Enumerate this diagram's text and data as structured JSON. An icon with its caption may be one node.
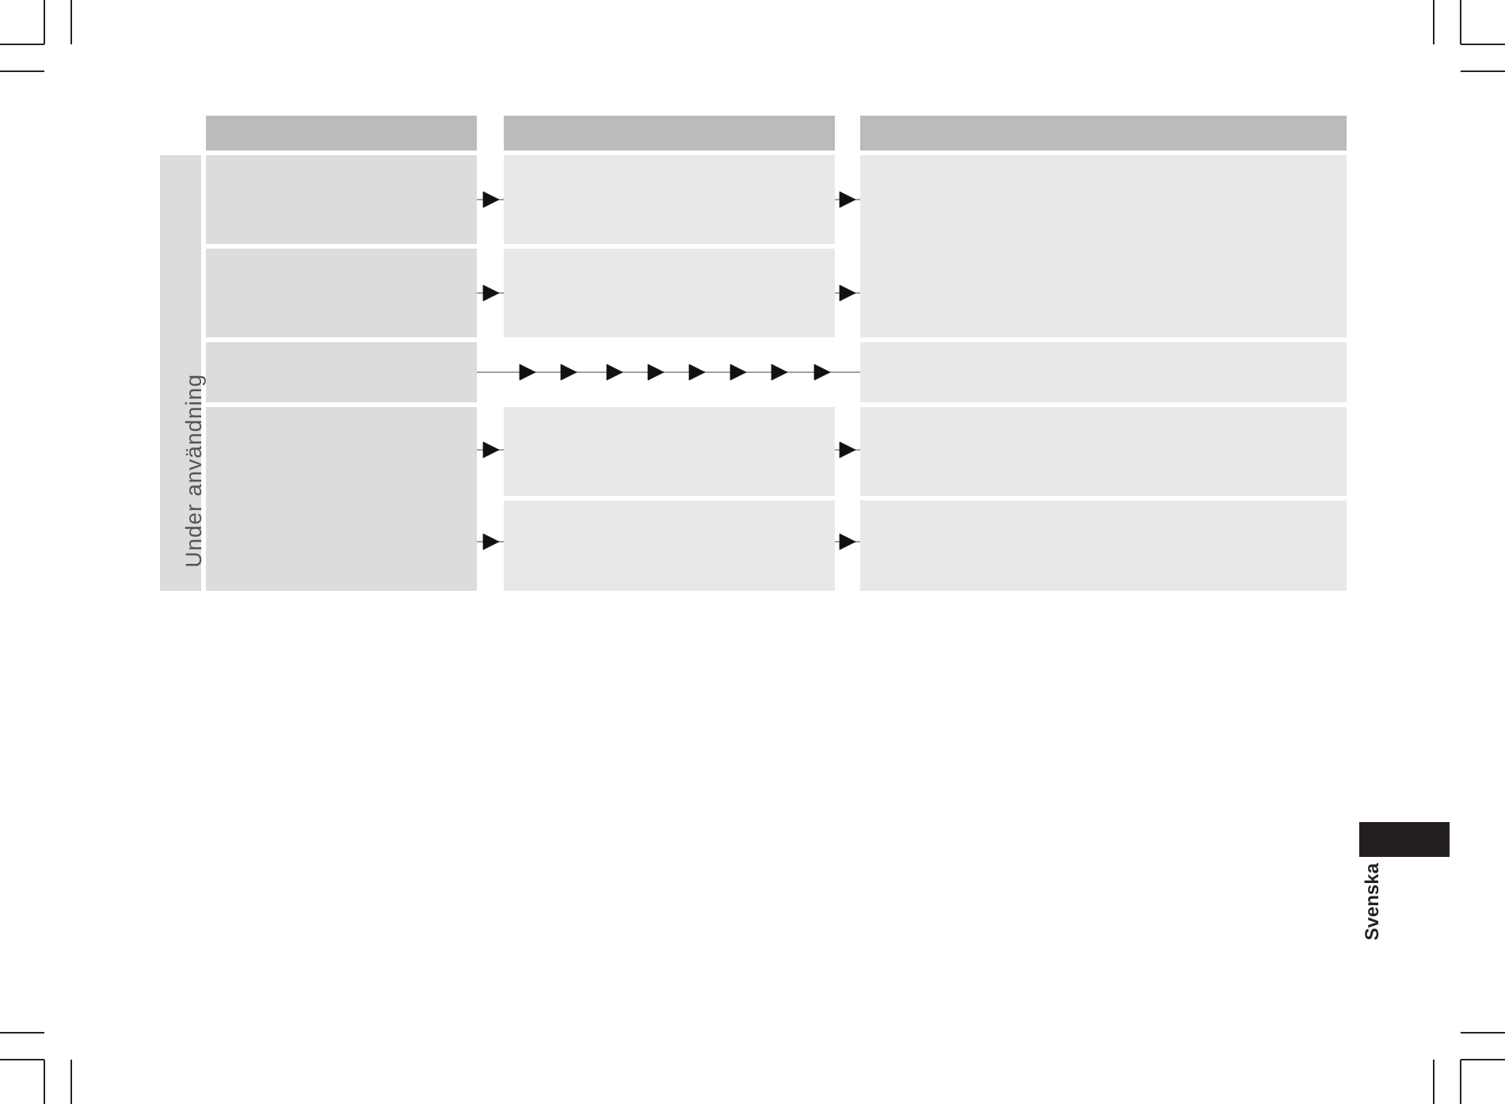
{
  "diagram": {
    "nodes": [
      {
        "text": [],
        "shape": "box"
      },
      {
        "text": [],
        "shape": "box"
      },
      {
        "text": [],
        "shape": "box"
      },
      {
        "text": [
          "Under användning"
        ]
      },
      {
        "text": [],
        "shape": "box"
      },
      {
        "text": [],
        "shape": "box"
      },
      {
        "text": [],
        "shape": "box"
      },
      {
        "text": [],
        "shape": "box"
      },
      {
        "text": [],
        "shape": "box"
      },
      {
        "text": [],
        "shape": "box"
      },
      {
        "text": [],
        "shape": "box"
      },
      {
        "text": [],
        "shape": "box"
      },
      {
        "text": [],
        "shape": "box"
      },
      {
        "text": [],
        "shape": "box"
      },
      {
        "text": [],
        "shape": "box"
      },
      {
        "text": [],
        "shape": "box"
      }
    ],
    "edges": [
      {
        "from": 4,
        "to": 5,
        "arrow": "to"
      },
      {
        "from": 5,
        "to": 6,
        "arrow": "to"
      },
      {
        "from": 7,
        "to": 8,
        "arrow": "to"
      },
      {
        "from": 8,
        "to": 6,
        "arrow": "to"
      },
      {
        "from": 9,
        "to": 10,
        "arrow": "to"
      },
      {
        "from": 11,
        "to": 12,
        "arrow": "to"
      },
      {
        "from": 12,
        "to": 13,
        "arrow": "to"
      },
      {
        "from": 11,
        "to": 14,
        "arrow": "to"
      },
      {
        "from": 14,
        "to": 15,
        "arrow": "to"
      }
    ],
    "labels": [
      "Svenska"
    ]
  }
}
